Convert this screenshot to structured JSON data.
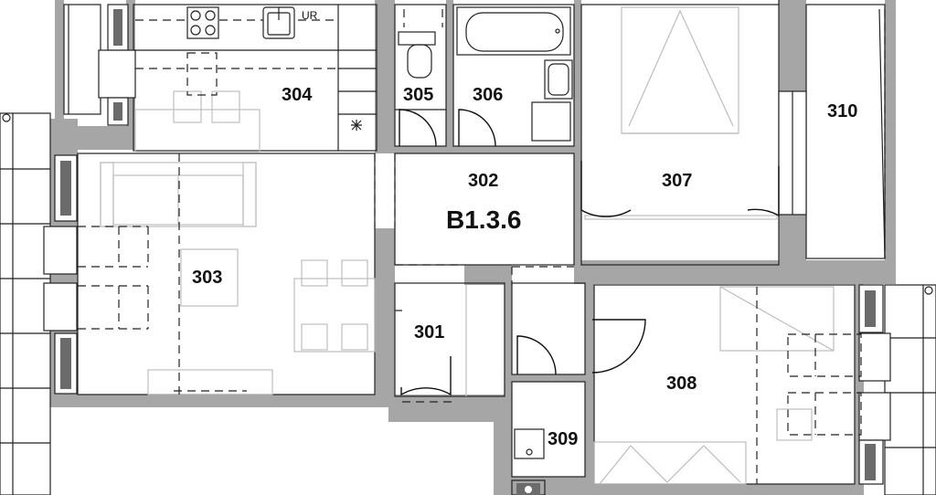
{
  "unit_label": "B1.3.6",
  "rooms": {
    "r301": "301",
    "r302": "302",
    "r303": "303",
    "r304": "304",
    "r305": "305",
    "r306": "306",
    "r307": "307",
    "r308": "308",
    "r309": "309",
    "r310": "310"
  },
  "fixture_label": "UR",
  "colors": {
    "wall": "#a6a6a6",
    "line": "#222222",
    "furniture": "#bdbdbd"
  }
}
